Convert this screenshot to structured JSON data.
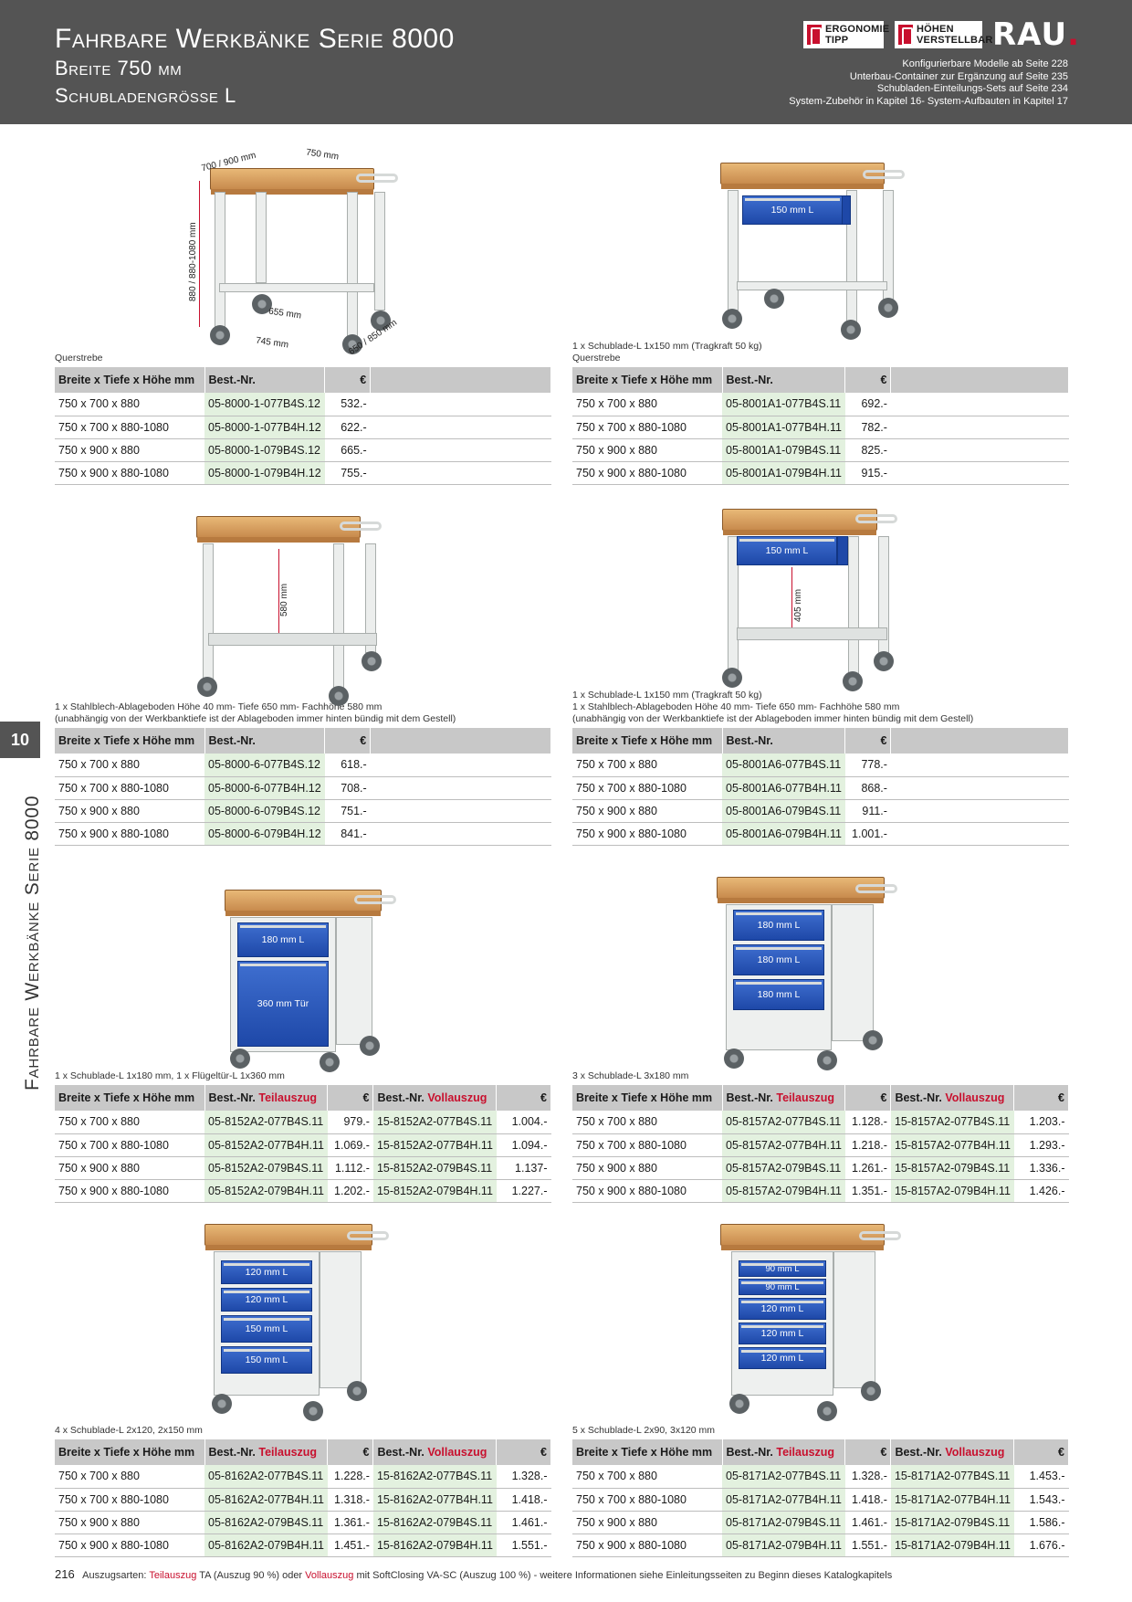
{
  "header": {
    "title": "Fahrbare Werkbänke Serie 8000",
    "subtitle1": "Breite 750 mm",
    "subtitle2": "Schubladengrösse L",
    "badge_ergo_line1": "ERGONOMIE",
    "badge_ergo_line2": "TIPP",
    "badge_hoehe_line1": "HÖHEN",
    "badge_hoehe_line2": "VERSTELLBAR",
    "logo": "RAU",
    "logo_dot": ".",
    "notes": [
      "Konfigurierbare Modelle ab Seite 228",
      "Unterbau-Container zur Ergänzung auf Seite 235",
      "Schubladen-Einteilungs-Sets auf Seite 234",
      "System-Zubehör in Kapitel 16- System-Aufbauten in Kapitel 17"
    ]
  },
  "side": {
    "number": "10",
    "text": "Fahrbare Werkbänke Serie 8000"
  },
  "dims": {
    "d1": "700 / 900 mm",
    "d2": "750 mm",
    "d3": "880 / 880-1080 mm",
    "d4": "655 mm",
    "d5": "745 mm",
    "d6": "650 / 850 mm",
    "shelf580": "580 mm",
    "shelf405": "405 mm"
  },
  "drawer_labels": {
    "b2": [
      "150 mm L"
    ],
    "b4": [
      "150 mm L"
    ],
    "b5": [
      "180 mm L",
      "360 mm Tür"
    ],
    "b6": [
      "180 mm L",
      "180 mm L",
      "180 mm L"
    ],
    "b7": [
      "120 mm L",
      "120 mm L",
      "150 mm L",
      "150 mm L"
    ],
    "b8": [
      "90 mm L",
      "90 mm L",
      "120 mm L",
      "120 mm L",
      "120 mm L"
    ]
  },
  "blocks": {
    "b1": {
      "captions": [
        "Querstrebe"
      ],
      "headers": [
        "Breite x Tiefe x Höhe mm",
        "Best.-Nr.",
        "€",
        ""
      ],
      "rows": [
        [
          "750 x 700 x 880",
          "05-8000-1-077B4S.12",
          "532.-"
        ],
        [
          "750 x 700 x 880-1080",
          "05-8000-1-077B4H.12",
          "622.-"
        ],
        [
          "750 x 900 x 880",
          "05-8000-1-079B4S.12",
          "665.-"
        ],
        [
          "750 x 900 x 880-1080",
          "05-8000-1-079B4H.12",
          "755.-"
        ]
      ]
    },
    "b2": {
      "captions": [
        "1 x Schublade-L 1x150 mm (Tragkraft 50 kg)",
        "Querstrebe"
      ],
      "headers": [
        "Breite x Tiefe x Höhe mm",
        "Best.-Nr.",
        "€",
        ""
      ],
      "rows": [
        [
          "750 x 700 x 880",
          "05-8001A1-077B4S.11",
          "692.-"
        ],
        [
          "750 x 700 x 880-1080",
          "05-8001A1-077B4H.11",
          "782.-"
        ],
        [
          "750 x 900 x 880",
          "05-8001A1-079B4S.11",
          "825.-"
        ],
        [
          "750 x 900 x 880-1080",
          "05-8001A1-079B4H.11",
          "915.-"
        ]
      ]
    },
    "b3": {
      "captions": [
        "1 x Stahlblech-Ablageboden Höhe 40 mm- Tiefe 650 mm- Fachhöhe 580 mm",
        "(unabhängig von der Werkbanktiefe ist der Ablageboden immer hinten bündig mit dem Gestell)"
      ],
      "headers": [
        "Breite x Tiefe x Höhe mm",
        "Best.-Nr.",
        "€",
        ""
      ],
      "rows": [
        [
          "750 x 700 x 880",
          "05-8000-6-077B4S.12",
          "618.-"
        ],
        [
          "750 x 700 x 880-1080",
          "05-8000-6-077B4H.12",
          "708.-"
        ],
        [
          "750 x 900 x 880",
          "05-8000-6-079B4S.12",
          "751.-"
        ],
        [
          "750 x 900 x 880-1080",
          "05-8000-6-079B4H.12",
          "841.-"
        ]
      ]
    },
    "b4": {
      "captions": [
        "1 x Schublade-L 1x150 mm (Tragkraft 50 kg)",
        "1 x Stahlblech-Ablageboden Höhe 40 mm- Tiefe 650 mm- Fachhöhe 580 mm",
        "(unabhängig von der Werkbanktiefe ist der Ablageboden immer hinten bündig mit dem Gestell)"
      ],
      "headers": [
        "Breite x Tiefe x Höhe mm",
        "Best.-Nr.",
        "€",
        ""
      ],
      "rows": [
        [
          "750 x 700 x 880",
          "05-8001A6-077B4S.11",
          "778.-"
        ],
        [
          "750 x 700 x 880-1080",
          "05-8001A6-077B4H.11",
          "868.-"
        ],
        [
          "750 x 900 x 880",
          "05-8001A6-079B4S.11",
          "911.-"
        ],
        [
          "750 x 900 x 880-1080",
          "05-8001A6-079B4H.11",
          "1.001.-"
        ]
      ]
    },
    "b5": {
      "captions": [
        "1 x Schublade-L 1x180 mm, 1 x Flügeltür-L 1x360 mm"
      ],
      "headers": [
        "Breite x Tiefe x Höhe mm",
        "Best.-Nr.",
        "Teilauszug",
        "€",
        "Best.-Nr.",
        "Vollauszug",
        "€"
      ],
      "rows": [
        [
          "750 x 700 x 880",
          "05-8152A2-077B4S.11",
          "979.-",
          "15-8152A2-077B4S.11",
          "1.004.-"
        ],
        [
          "750 x 700 x 880-1080",
          "05-8152A2-077B4H.11",
          "1.069.-",
          "15-8152A2-077B4H.11",
          "1.094.-"
        ],
        [
          "750 x 900 x 880",
          "05-8152A2-079B4S.11",
          "1.112.-",
          "15-8152A2-079B4S.11",
          "1.137-"
        ],
        [
          "750 x 900 x 880-1080",
          "05-8152A2-079B4H.11",
          "1.202.-",
          "15-8152A2-079B4H.11",
          "1.227.-"
        ]
      ]
    },
    "b6": {
      "captions": [
        "3 x Schublade-L 3x180 mm"
      ],
      "headers": [
        "Breite x Tiefe x Höhe mm",
        "Best.-Nr.",
        "Teilauszug",
        "€",
        "Best.-Nr.",
        "Vollauszug",
        "€"
      ],
      "rows": [
        [
          "750 x 700 x 880",
          "05-8157A2-077B4S.11",
          "1.128.-",
          "15-8157A2-077B4S.11",
          "1.203.-"
        ],
        [
          "750 x 700 x 880-1080",
          "05-8157A2-077B4H.11",
          "1.218.-",
          "15-8157A2-077B4H.11",
          "1.293.-"
        ],
        [
          "750 x 900 x 880",
          "05-8157A2-079B4S.11",
          "1.261.-",
          "15-8157A2-079B4S.11",
          "1.336.-"
        ],
        [
          "750 x 900 x 880-1080",
          "05-8157A2-079B4H.11",
          "1.351.-",
          "15-8157A2-079B4H.11",
          "1.426.-"
        ]
      ]
    },
    "b7": {
      "captions": [
        "4 x Schublade-L 2x120, 2x150 mm"
      ],
      "headers": [
        "Breite x Tiefe x Höhe mm",
        "Best.-Nr.",
        "Teilauszug",
        "€",
        "Best.-Nr.",
        "Vollauszug",
        "€"
      ],
      "rows": [
        [
          "750 x 700 x 880",
          "05-8162A2-077B4S.11",
          "1.228.-",
          "15-8162A2-077B4S.11",
          "1.328.-"
        ],
        [
          "750 x 700 x 880-1080",
          "05-8162A2-077B4H.11",
          "1.318.-",
          "15-8162A2-077B4H.11",
          "1.418.-"
        ],
        [
          "750 x 900 x 880",
          "05-8162A2-079B4S.11",
          "1.361.-",
          "15-8162A2-079B4S.11",
          "1.461.-"
        ],
        [
          "750 x 900 x 880-1080",
          "05-8162A2-079B4H.11",
          "1.451.-",
          "15-8162A2-079B4H.11",
          "1.551.-"
        ]
      ]
    },
    "b8": {
      "captions": [
        "5 x Schublade-L 2x90, 3x120 mm"
      ],
      "headers": [
        "Breite x Tiefe x Höhe mm",
        "Best.-Nr.",
        "Teilauszug",
        "€",
        "Best.-Nr.",
        "Vollauszug",
        "€"
      ],
      "rows": [
        [
          "750 x 700 x 880",
          "05-8171A2-077B4S.11",
          "1.328.-",
          "15-8171A2-077B4S.11",
          "1.453.-"
        ],
        [
          "750 x 700 x 880-1080",
          "05-8171A2-077B4H.11",
          "1.418.-",
          "15-8171A2-077B4H.11",
          "1.543.-"
        ],
        [
          "750 x 900 x 880",
          "05-8171A2-079B4S.11",
          "1.461.-",
          "15-8171A2-079B4S.11",
          "1.586.-"
        ],
        [
          "750 x 900 x 880-1080",
          "05-8171A2-079B4H.11",
          "1.551.-",
          "15-8171A2-079B4H.11",
          "1.676.-"
        ]
      ]
    }
  },
  "footer": {
    "page": "216",
    "prefix": "Auszugsarten:",
    "teil": "Teilauszug",
    "mid1": "TA (Auszug 90 %)  oder ",
    "voll": "Vollauszug",
    "mid2": "mit SoftClosing VA-SC (Auszug 100 %) -  weitere Informationen siehe Einleitungsseiten zu Beginn dieses Katalogkapitels"
  },
  "colors": {
    "header_bg": "#545454",
    "accent_red": "#c8102e",
    "table_header": "#c8c8c8",
    "order_cell": "#e3f1df",
    "drawer_blue": "#1e48a8",
    "wood": "#d9a463"
  }
}
